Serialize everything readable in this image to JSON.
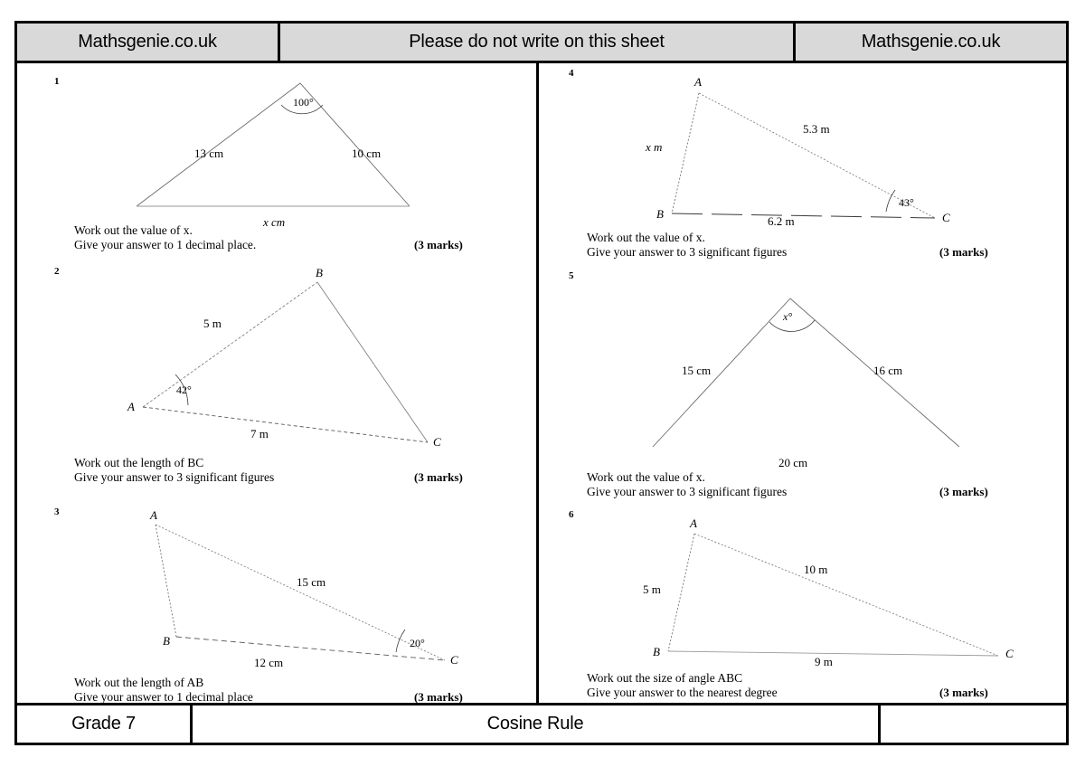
{
  "header": {
    "left": "Mathsgenie.co.uk",
    "center": "Please do not write on this sheet",
    "right": "Mathsgenie.co.uk"
  },
  "footer": {
    "grade": "Grade 7",
    "topic": "Cosine Rule",
    "right": ""
  },
  "questions": [
    {
      "number": "1",
      "prompt_line1": "Work out the value of x.",
      "prompt_line2": "Give your answer to 1 decimal place.",
      "marks": "(3 marks)",
      "figure": {
        "type": "triangle-apex-angle",
        "angle_label": "100°",
        "left_side": "13 cm",
        "right_side": "10 cm",
        "base": "x cm",
        "vertex_labels": []
      }
    },
    {
      "number": "2",
      "prompt_line1": "Work out the length of BC",
      "prompt_line2": "Give your answer to 3 significant figures",
      "marks": "(3 marks)",
      "figure": {
        "type": "triangle-abc",
        "angle_label": "42°",
        "side_ab": "5 m",
        "side_ac": "7 m",
        "vertex_a": "A",
        "vertex_b": "B",
        "vertex_c": "C"
      }
    },
    {
      "number": "3",
      "prompt_line1": "Work out the length of AB",
      "prompt_line2": "Give your answer to 1 decimal place",
      "marks": "(3 marks)",
      "figure": {
        "type": "triangle-abc",
        "angle_label": "20°",
        "side_ac": "15 cm",
        "side_bc": "12 cm",
        "vertex_a": "A",
        "vertex_b": "B",
        "vertex_c": "C"
      }
    },
    {
      "number": "4",
      "prompt_line1": "Work out the value of x.",
      "prompt_line2": "Give your answer to 3 significant figures",
      "marks": "(3 marks)",
      "figure": {
        "type": "triangle-abc",
        "angle_label": "43°",
        "side_ab": "x m",
        "side_ac": "5.3 m",
        "side_bc": "6.2 m",
        "vertex_a": "A",
        "vertex_b": "B",
        "vertex_c": "C"
      }
    },
    {
      "number": "5",
      "prompt_line1": "Work out the value of x.",
      "prompt_line2": "Give your answer to 3 significant figures",
      "marks": "(3 marks)",
      "figure": {
        "type": "triangle-apex-angle",
        "angle_label": "x°",
        "left_side": "15 cm",
        "right_side": "16 cm",
        "base": "20 cm",
        "vertex_labels": []
      }
    },
    {
      "number": "6",
      "prompt_line1": "Work out the size of angle ABC",
      "prompt_line2": "Give your answer to the nearest degree",
      "marks": "(3 marks)",
      "figure": {
        "type": "triangle-abc",
        "side_ab": "5 m",
        "side_ac": "10 m",
        "side_bc": "9 m",
        "vertex_a": "A",
        "vertex_b": "B",
        "vertex_c": "C"
      }
    }
  ],
  "colors": {
    "header_bg": "#d9d9d9",
    "border": "#000000",
    "line": "#5a5a5a"
  }
}
